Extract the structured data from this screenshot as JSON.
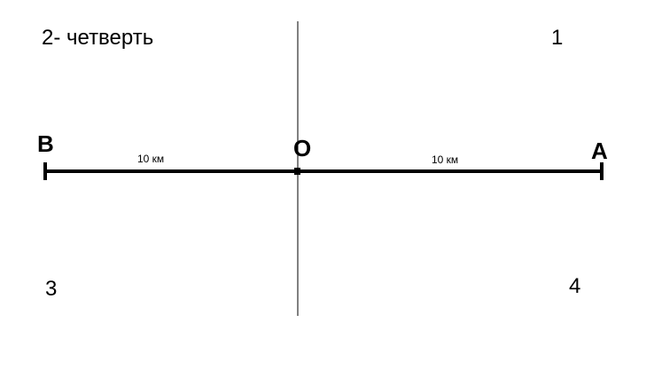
{
  "diagram": {
    "quadrants": {
      "q1": "1",
      "q2": "2- четверть",
      "q3": "3",
      "q4": "4"
    },
    "points": {
      "b": "B",
      "o": "O",
      "a": "A"
    },
    "segments": {
      "bo_distance": "10 км",
      "oa_distance": "10 км"
    }
  }
}
